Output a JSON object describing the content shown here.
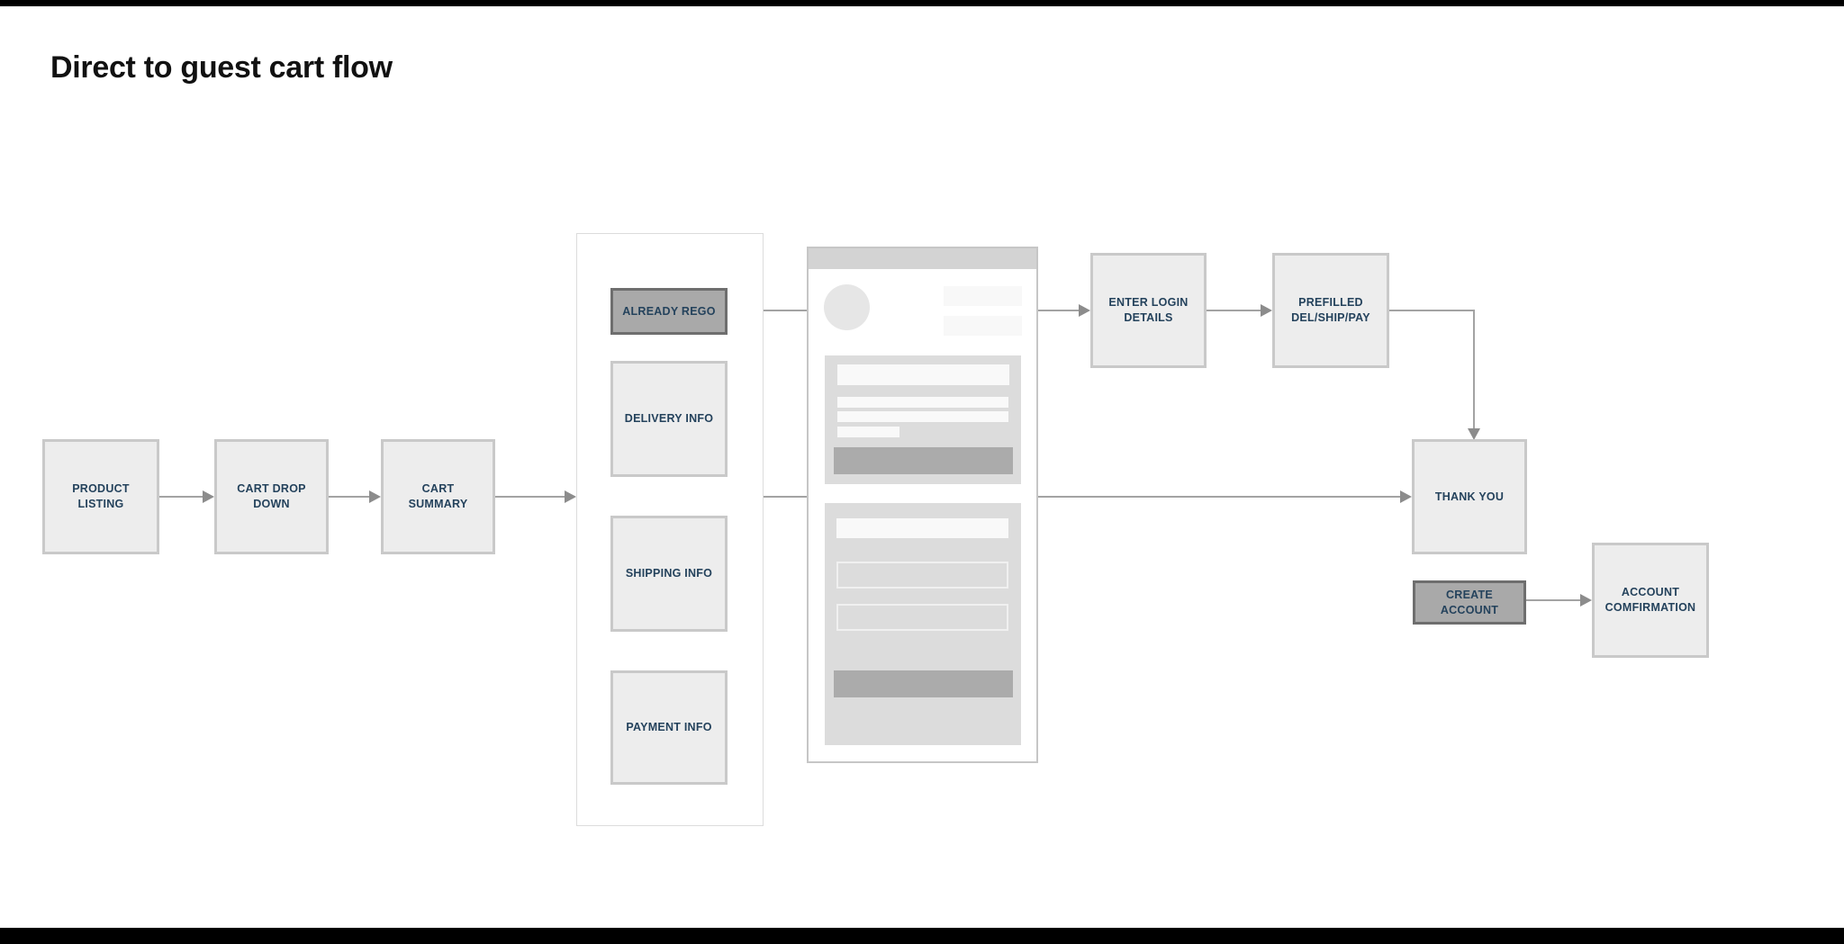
{
  "page": {
    "title": "Direct to guest cart flow"
  },
  "colors": {
    "label_text": "#24425c",
    "node_fill": "#ededed",
    "node_border": "#c9c9c9",
    "selected_node_fill": "#a9a9a9",
    "selected_node_border": "#6e6e6e",
    "connector_line": "#a3a3a3",
    "arrowhead": "#8c8c8c",
    "wireframe_section": "#dcdcdc",
    "wireframe_button": "#ababab",
    "frame_bar": "#000000"
  },
  "flow": {
    "nodes": [
      {
        "id": "product-listing",
        "label": "PRODUCT LISTING",
        "state": "default"
      },
      {
        "id": "cart-drop-down",
        "label": "CART DROP DOWN",
        "state": "default"
      },
      {
        "id": "cart-summary",
        "label": "CART SUMMARY",
        "state": "default"
      },
      {
        "id": "already-rego",
        "label": "ALREADY REGO",
        "state": "selected"
      },
      {
        "id": "delivery-info",
        "label": "DELIVERY INFO",
        "state": "default"
      },
      {
        "id": "shipping-info",
        "label": "SHIPPING INFO",
        "state": "default"
      },
      {
        "id": "payment-info",
        "label": "PAYMENT INFO",
        "state": "default"
      },
      {
        "id": "enter-login-details",
        "label": "ENTER LOGIN DETAILS",
        "state": "default"
      },
      {
        "id": "prefilled-del-ship-pay",
        "label": "PREFILLED DEL/SHIP/PAY",
        "state": "default"
      },
      {
        "id": "thank-you",
        "label": "THANK YOU",
        "state": "default"
      },
      {
        "id": "create-account",
        "label": "CREATE ACCOUNT",
        "state": "selected"
      },
      {
        "id": "account-confirmation",
        "label": "ACCOUNT COMFIRMATION",
        "state": "default"
      }
    ]
  }
}
